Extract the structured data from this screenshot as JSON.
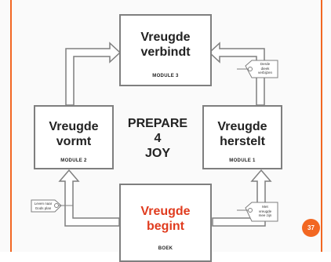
{
  "colors": {
    "frame": "#f26722",
    "accent_red": "#e03c1f",
    "badge": "#f26722"
  },
  "center": {
    "line1": "PREPARE",
    "line2": "4",
    "line3": "JOY"
  },
  "boxes": {
    "top": {
      "title1": "Vreugde",
      "title2": "verbindt",
      "sub": "MODULE 3"
    },
    "left": {
      "title1": "Vreugde",
      "title2": "vormt",
      "sub": "MODULE 2"
    },
    "right": {
      "title1": "Vreugde",
      "title2": "herstelt",
      "sub": "MODULE 1"
    },
    "bottom": {
      "title1": "Vreugde",
      "title2": "begint",
      "sub": "BOEK"
    }
  },
  "tags": {
    "top_right": {
      "line1": "Derde",
      "line2": "dieek",
      "line3": "verbijzen"
    },
    "bottom_left": {
      "line1": "Leven naar",
      "line2": "Gods plan"
    },
    "bottom_right": {
      "line1": "Met",
      "line2": "vreugde",
      "line3": "mee zijn"
    }
  },
  "page_number": "37"
}
